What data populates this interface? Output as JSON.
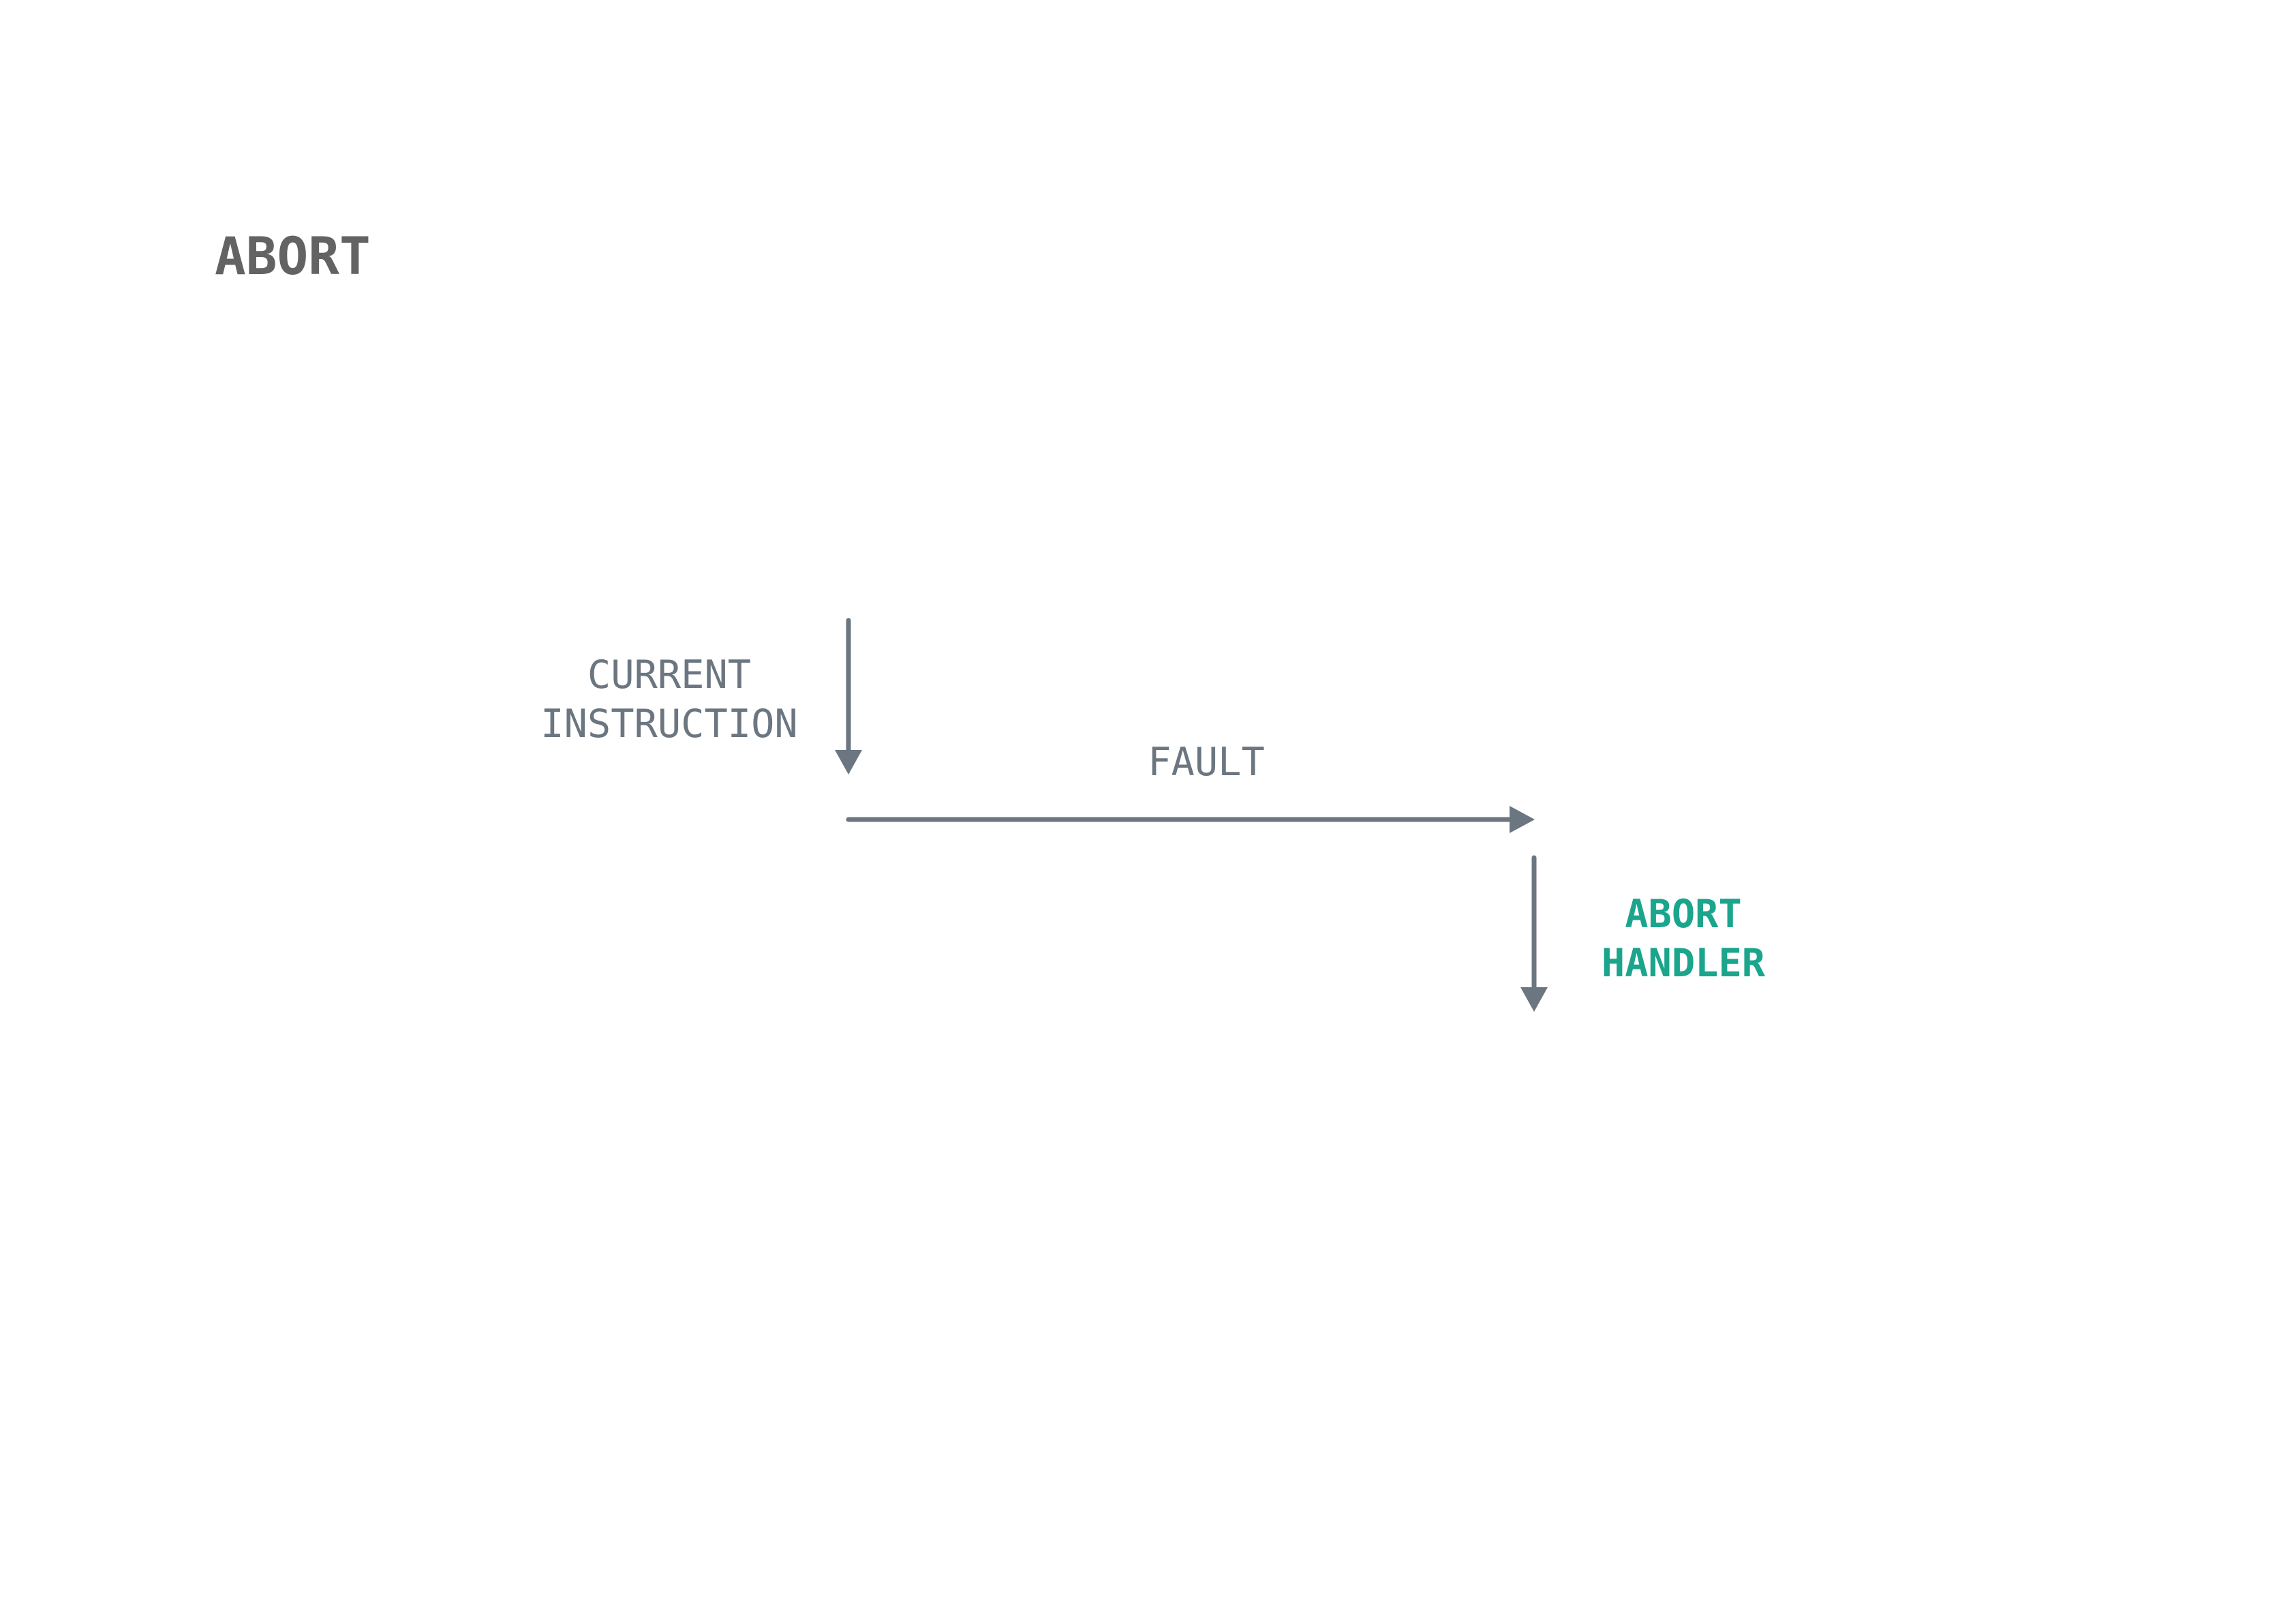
{
  "title": "ABORT",
  "labels": {
    "current_instruction": [
      "CURRENT",
      "INSTRUCTION"
    ],
    "fault": "FAULT",
    "abort_handler": [
      "ABORT",
      "HANDLER"
    ]
  },
  "colors": {
    "title": "#636363",
    "arrows": "#6b7681",
    "labels": "#6b7681",
    "handler_accent": "#1aa58c"
  }
}
